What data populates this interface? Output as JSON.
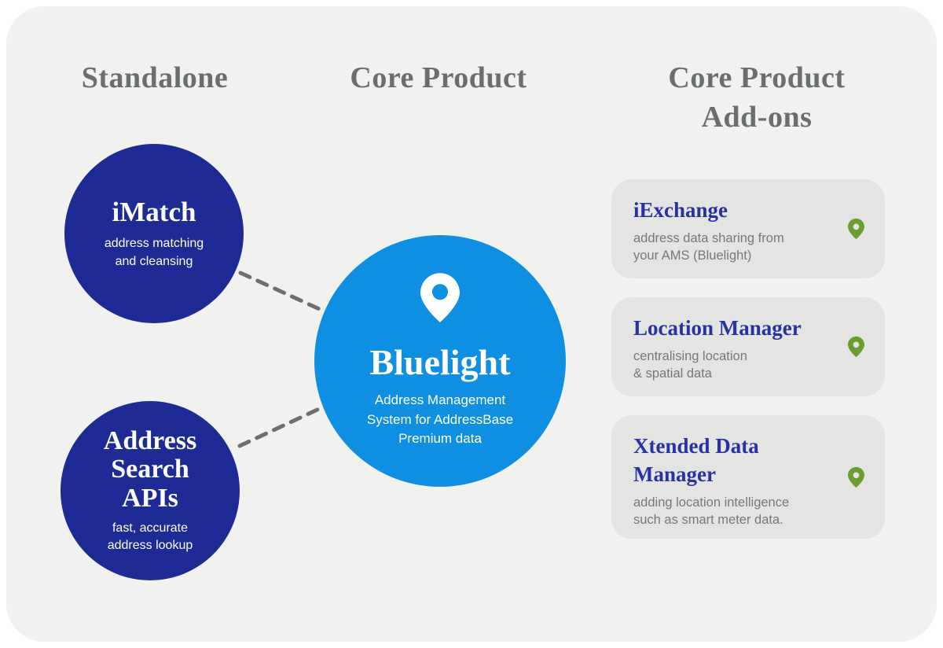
{
  "colors": {
    "page_bg": "#ffffff",
    "panel_bg": "#f1f1ef",
    "heading_gray": "#6a6e71",
    "navy": "#1e2b94",
    "card_title_navy": "#2832a2",
    "light_blue": "#0e8fe2",
    "card_bg": "#e4e4e3",
    "card_text_gray": "#75787a",
    "connector_gray": "#6e6e6e",
    "pin_green": "#6b9e31",
    "white": "#ffffff"
  },
  "columns": {
    "standalone": {
      "heading": "Standalone"
    },
    "core": {
      "heading": "Core Product"
    },
    "addons": {
      "heading": "Core Product\nAdd-ons"
    }
  },
  "standalone": {
    "products": [
      {
        "name": "iMatch",
        "description": "address matching\nand cleansing"
      },
      {
        "name": "Address\nSearch\nAPIs",
        "description": "fast, accurate\naddress lookup"
      }
    ]
  },
  "core": {
    "product": {
      "name": "Bluelight",
      "description": "Address Management\nSystem for AddressBase\nPremium data",
      "icon": "location-pin-icon"
    }
  },
  "addons": {
    "cards": [
      {
        "title": "iExchange",
        "description": "address data sharing from\nyour AMS (Bluelight)",
        "icon": "location-pin-icon"
      },
      {
        "title": "Location Manager",
        "description": "centralising location\n& spatial data",
        "icon": "location-pin-icon"
      },
      {
        "title": "Xtended Data Manager",
        "description": "adding location intelligence\nsuch as smart meter data.",
        "icon": "location-pin-icon"
      }
    ]
  }
}
